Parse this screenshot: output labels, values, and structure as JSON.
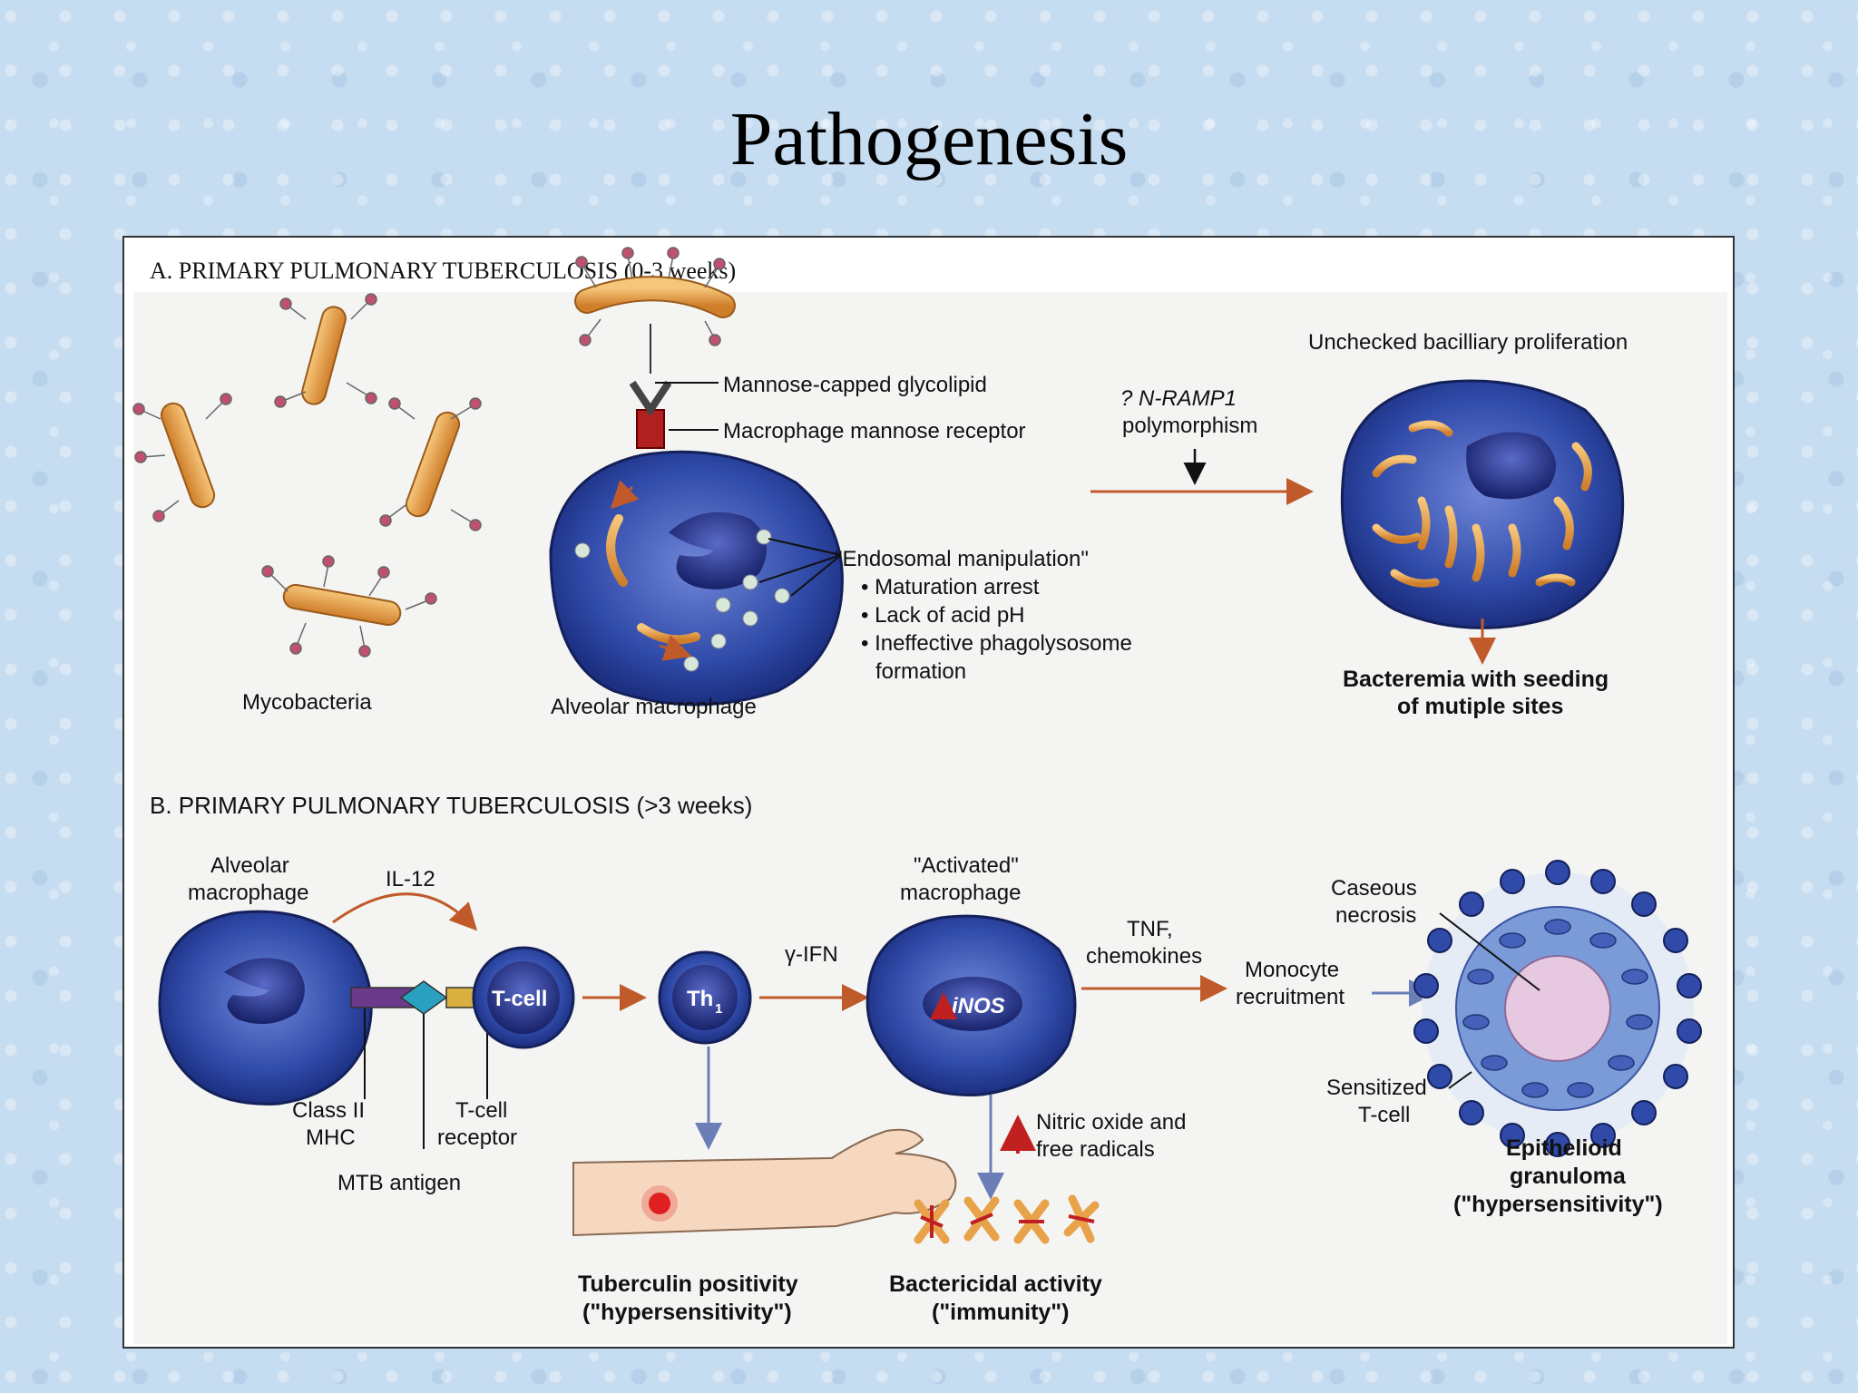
{
  "title": "Pathogenesis",
  "panel_a": {
    "header": "A. PRIMARY PULMONARY TUBERCULOSIS (0-3 weeks)",
    "mannose_glycolipid": "Mannose-capped glycolipid",
    "mannose_receptor": "Macrophage mannose receptor",
    "endosomal_title": "\"Endosomal manipulation\"",
    "endosomal_items": [
      "• Maturation arrest",
      "• Lack of acid pH",
      "• Ineffective phagolysosome",
      "formation"
    ],
    "nramp_line1": "? N-RAMP1",
    "nramp_line2": "polymorphism",
    "unchecked": "Unchecked bacilliary proliferation",
    "bacteremia_line1": "Bacteremia with seeding",
    "bacteremia_line2": "of mutiple sites",
    "mycobacteria": "Mycobacteria",
    "alveolar_macrophage": "Alveolar macrophage"
  },
  "panel_b": {
    "header": "B. PRIMARY PULMONARY TUBERCULOSIS (>3 weeks)",
    "alveolar_line1": "Alveolar",
    "alveolar_line2": "macrophage",
    "il12": "IL-12",
    "tcell": "T-cell",
    "th1": "Th",
    "th1_sub": "1",
    "gamma_ifn": "γ-IFN",
    "activated_line1": "\"Activated\"",
    "activated_line2": "macrophage",
    "inos": "iNOS",
    "tnf_line1": "TNF,",
    "tnf_line2": "chemokines",
    "monocyte_line1": "Monocyte",
    "monocyte_line2": "recruitment",
    "caseous_line1": "Caseous",
    "caseous_line2": "necrosis",
    "sensitized_line1": "Sensitized",
    "sensitized_line2": "T-cell",
    "epithelioid_line1": "Epithelioid",
    "epithelioid_line2": "granuloma",
    "epithelioid_line3": "(\"hypersensitivity\")",
    "class2_line1": "Class II",
    "class2_line2": "MHC",
    "tcell_receptor_line1": "T-cell",
    "tcell_receptor_line2": "receptor",
    "mtb_antigen": "MTB antigen",
    "nitric_line1": "Nitric oxide and",
    "nitric_line2": "free radicals",
    "tuberculin_line1": "Tuberculin positivity",
    "tuberculin_line2": "(\"hypersensitivity\")",
    "bactericidal_line1": "Bactericidal activity",
    "bactericidal_line2": "(\"immunity\")"
  },
  "colors": {
    "cell_blue": "#2f4aa8",
    "nucleus": "#1e2a70",
    "bacillus": "#e8a24a",
    "arrow": "#c05a2a",
    "blue_arrow": "#6a7fb8",
    "red_arrow": "#c0201f"
  }
}
